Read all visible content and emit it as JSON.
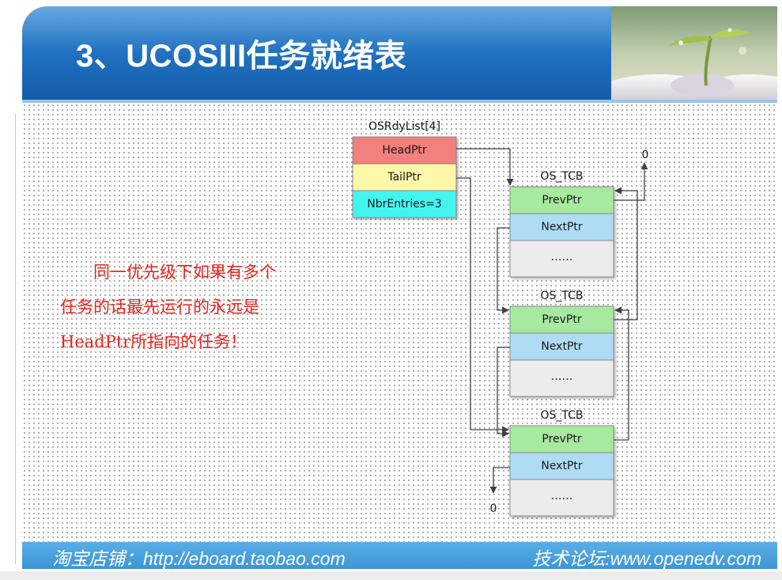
{
  "slide": {
    "title": "3、UCOSIII任务就绪表"
  },
  "diagram": {
    "list_label": "OSRdyList[4]",
    "list_fields": [
      "HeadPtr",
      "TailPtr",
      "NbrEntries=3"
    ],
    "tcb_label": "OS_TCB",
    "tcb_fields": [
      "PrevPtr",
      "NextPtr",
      "……"
    ],
    "null_label": "0",
    "colors": {
      "head": "#f2807c",
      "tail": "#fdf7a8",
      "count": "#43f5ee",
      "prev": "#a8e9a0",
      "next": "#aedcf4",
      "rest": "#ececec"
    }
  },
  "note": {
    "lines": [
      "　　同一优先级下如果有多个",
      "任务的话最先运行的永远是",
      "HeadPtr所指向的任务！"
    ]
  },
  "footer": {
    "left": "淘宝店铺：http://eboard.taobao.com",
    "right": "技术论坛:www.openedv.com"
  }
}
